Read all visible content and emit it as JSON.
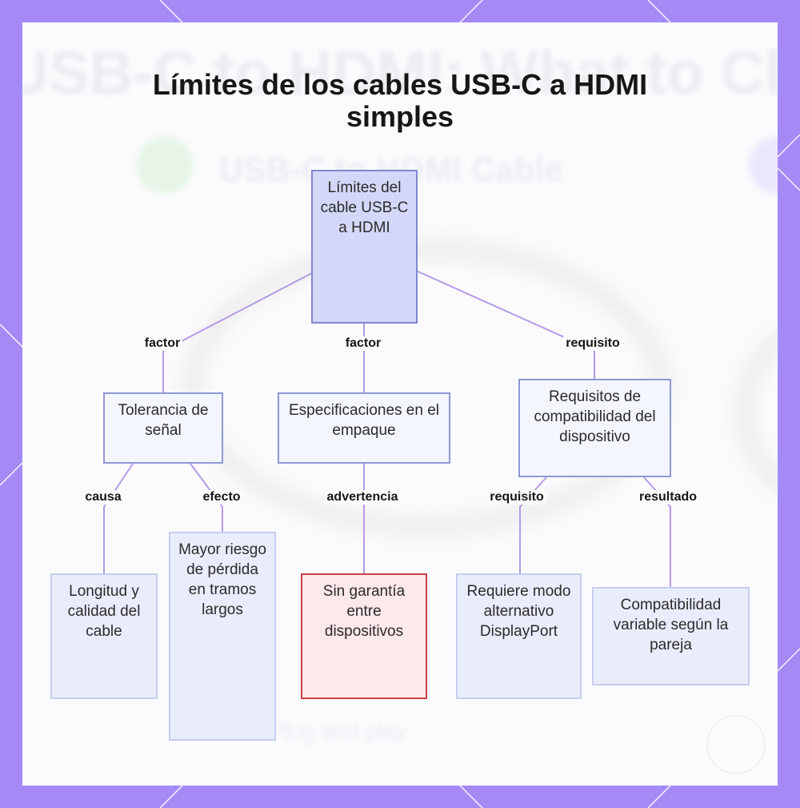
{
  "title": "Límites de los cables USB-C a HDMI simples",
  "background_text": {
    "heading": "USB-C to HDMI: What to Choose",
    "subheading": "USB-C to HDMI Cable",
    "bottom_text": "Plug and play"
  },
  "nodes": {
    "root": "Límites del cable USB-C a HDMI",
    "tolerance": "Tolerancia de señal",
    "packaging": "Especificaciones en el empaque",
    "requirements": "Requisitos de compatibilidad del dispositivo",
    "length": "Longitud y calidad del cable",
    "risk": "Mayor riesgo de pérdida en tramos largos",
    "warranty": "Sin garantía entre dispositivos",
    "displayport": "Requiere modo alternativo DisplayPort",
    "variable": "Compatibilidad variable según la pareja"
  },
  "edge_labels": {
    "root_tolerance": "factor",
    "root_packaging": "factor",
    "root_requirements": "requisito",
    "tolerance_length": "causa",
    "tolerance_risk": "efecto",
    "packaging_warranty": "advertencia",
    "requirements_displayport": "requisito",
    "requirements_variable": "resultado"
  },
  "colors": {
    "frame": "#a58af6",
    "node_border": "#8f98d6",
    "root_fill": "#d4d8f8",
    "warning_border": "#cf3f4c",
    "warning_fill": "#fde8ea",
    "edge": "#b49ae8"
  }
}
